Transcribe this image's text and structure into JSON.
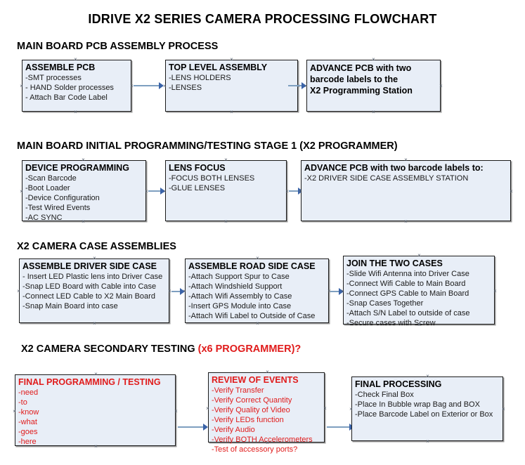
{
  "document": {
    "title": "IDRIVE X2  SERIES CAMERA PROCESSING FLOWCHART"
  },
  "accent_colors": {
    "box_fill": "#e8eef7",
    "box_border": "#1b1b1b",
    "connector": "#7e9fc0",
    "arrow": "#3a63a8",
    "red_text": "#e01b1b"
  },
  "sections": [
    {
      "heading": "MAIN BOARD PCB ASSEMBLY PROCESS",
      "heading_accent": "",
      "boxes": [
        {
          "title": "ASSEMBLE PCB",
          "lines": [
            "-SMT processes",
            "- HAND Solder processes",
            "- Attach Bar Code Label"
          ]
        },
        {
          "title": "TOP LEVEL ASSEMBLY",
          "lines": [
            "-LENS HOLDERS",
            "-LENSES"
          ]
        },
        {
          "title": "ADVANCE PCB with two",
          "title2": "barcode labels to the",
          "title3": " X2 Programming Station",
          "lines": []
        }
      ]
    },
    {
      "heading": "MAIN BOARD INITIAL PROGRAMMING/TESTING STAGE 1 (X2 PROGRAMMER)",
      "heading_accent": "",
      "boxes": [
        {
          "title": "DEVICE PROGRAMMING",
          "lines": [
            "-Scan Barcode",
            "-Boot Loader",
            "-Device Configuration",
            "-Test Wired Events",
            "-AC SYNC"
          ]
        },
        {
          "title": "LENS FOCUS",
          "lines": [
            "-FOCUS BOTH LENSES",
            "-GLUE LENSES"
          ]
        },
        {
          "title": "ADVANCE PCB with two barcode labels to:",
          "lines": [
            "-X2 DRIVER  SIDE  CASE  ASSEMBLY STATION"
          ]
        }
      ]
    },
    {
      "heading": "X2 CAMERA CASE ASSEMBLIES",
      "heading_accent": "",
      "boxes": [
        {
          "title": "ASSEMBLE DRIVER SIDE CASE",
          "lines": [
            "- Insert LED Plastic lens into Driver Case",
            "-Snap LED Board with Cable into Case",
            "-Connect LED Cable to X2 Main Board",
            "-Snap Main Board into case"
          ]
        },
        {
          "title": "ASSEMBLE ROAD SIDE CASE",
          "lines": [
            "-Attach Support Spur to Case",
            "-Attach Windshield Support",
            "-Attach Wifi Assembly to Case",
            "-Insert GPS Module into Case",
            "-Attach Wifi Label to Outside of Case"
          ]
        },
        {
          "title": "JOIN THE TWO CASES",
          "lines": [
            "-Slide Wifi Antenna into Driver Case",
            "-Connect Wifi Cable to Main Board",
            "-Connect GPS Cable to Main Board",
            "-Snap Cases Together",
            "-Attach S/N Label to outside of case",
            "-Secure cases with Screw"
          ]
        }
      ]
    },
    {
      "heading": "X2 CAMERA SECONDARY TESTING ",
      "heading_accent": "(x6 PROGRAMMER)?",
      "boxes": [
        {
          "title": "FINAL PROGRAMMING / TESTING",
          "lines": [
            "-need",
            "-to",
            "-know",
            "-what",
            "-goes",
            "-here"
          ]
        },
        {
          "title": "REVIEW OF EVENTS",
          "lines": [
            "-Verify Transfer",
            "-Verify Correct Quantity",
            "-Verify Quality of Video",
            "-Verify LEDs function",
            "-Verify Audio",
            "-Verify BOTH Accelerometers",
            "-Test of accessory ports?"
          ]
        },
        {
          "title": "FINAL PROCESSING",
          "lines": [
            " -Check Final Box",
            "-Place In Bubble wrap Bag and BOX",
            "-Place Barcode Label on Exterior or Box"
          ]
        }
      ]
    }
  ]
}
